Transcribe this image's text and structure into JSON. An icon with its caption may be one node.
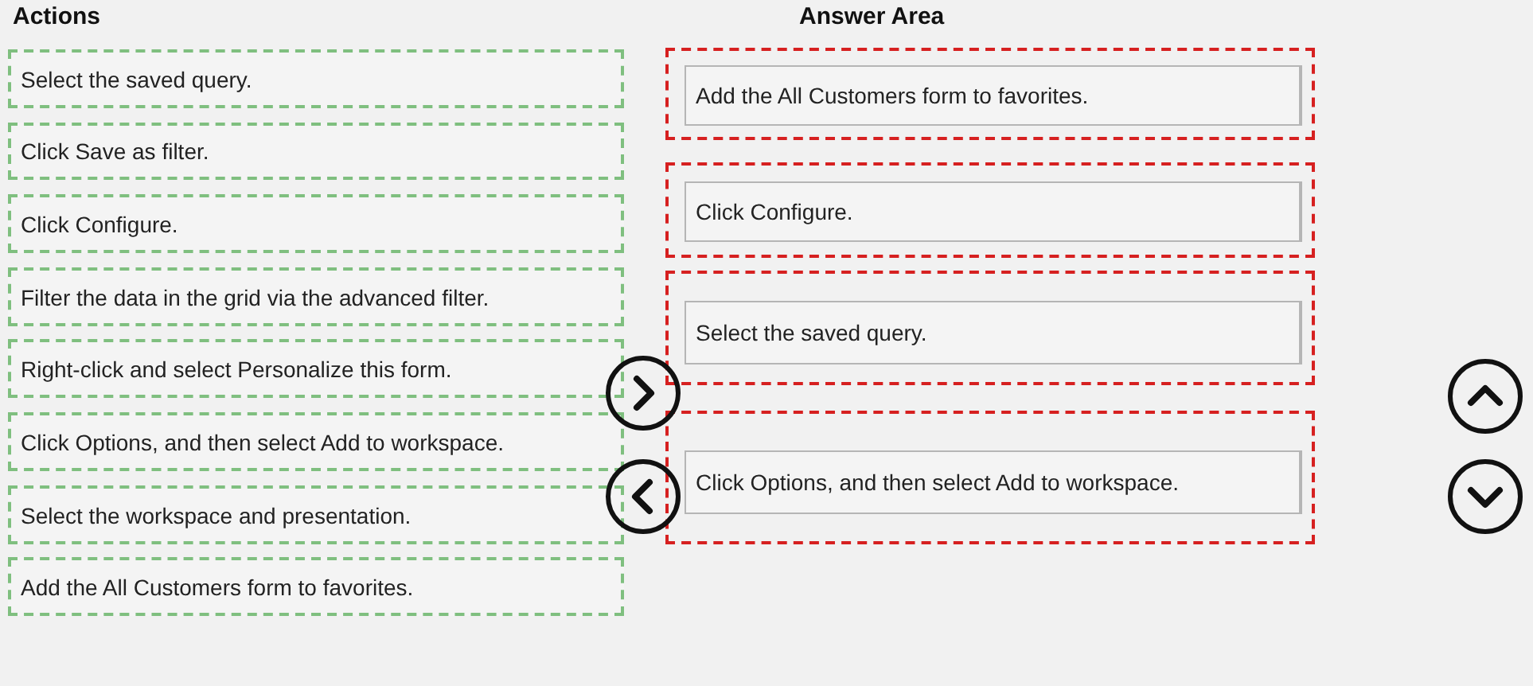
{
  "diagram": {
    "nodes": [
      {
        "text": [
          "Select the saved query."
        ]
      },
      {
        "text": [
          "Click Save as filter."
        ]
      },
      {
        "text": [
          "Click Configure."
        ]
      },
      {
        "text": [
          "Filter the data in the grid via the advanced filter."
        ]
      },
      {
        "text": [
          "Right-click and select Personalize this form."
        ]
      },
      {
        "text": [
          "Click Options, and then select Add to workspace."
        ]
      },
      {
        "text": [
          "Select the workspace and presentation."
        ]
      },
      {
        "text": [
          "Add the All Customers form to favorites."
        ]
      },
      {
        "text": [],
        "shape": "box"
      },
      {
        "text": [
          "Add the All Customers form to favorites."
        ],
        "in": 8
      },
      {
        "text": [],
        "shape": "box"
      },
      {
        "text": [
          "Click Configure."
        ],
        "in": 10
      },
      {
        "text": [],
        "shape": "box"
      },
      {
        "text": [
          "Select the saved query."
        ],
        "in": 12
      },
      {
        "text": [],
        "shape": "box"
      },
      {
        "text": [
          "Click Options, and then select Add to workspace."
        ],
        "in": 14
      }
    ],
    "edges": [],
    "labels": [
      "Actions",
      "Answer Area"
    ]
  }
}
